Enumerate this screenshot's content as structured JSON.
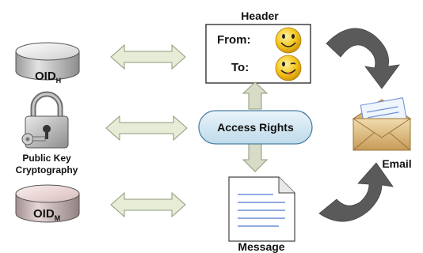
{
  "header": {
    "title": "Header",
    "from_label": "From:",
    "to_label": "To:"
  },
  "access": {
    "label": "Access Rights"
  },
  "message": {
    "title": "Message"
  },
  "email": {
    "title": "Email"
  },
  "oid_header": {
    "prefix": "OID",
    "subscript": "H"
  },
  "oid_message": {
    "prefix": "OID",
    "subscript": "M"
  },
  "crypto": {
    "line1": "Public Key",
    "line2": "Cryptography"
  },
  "icons": {
    "database_top": "database-icon",
    "database_bottom": "database-icon",
    "lock": "padlock-key-icon",
    "from_face": "smiley-icon",
    "to_face": "winking-smiley-icon",
    "document": "document-icon",
    "envelope": "open-envelope-icon"
  },
  "colors": {
    "double_arrow_fill": "#e6ecd6",
    "double_arrow_stroke": "#8f9a7a",
    "vertical_arrow_fill": "#d7dcc6",
    "access_fill": "#d4e8f2",
    "access_stroke": "#4a7fa3",
    "curved_arrow": "#5a5a5a",
    "doc_lines": "#6b8fd6"
  }
}
